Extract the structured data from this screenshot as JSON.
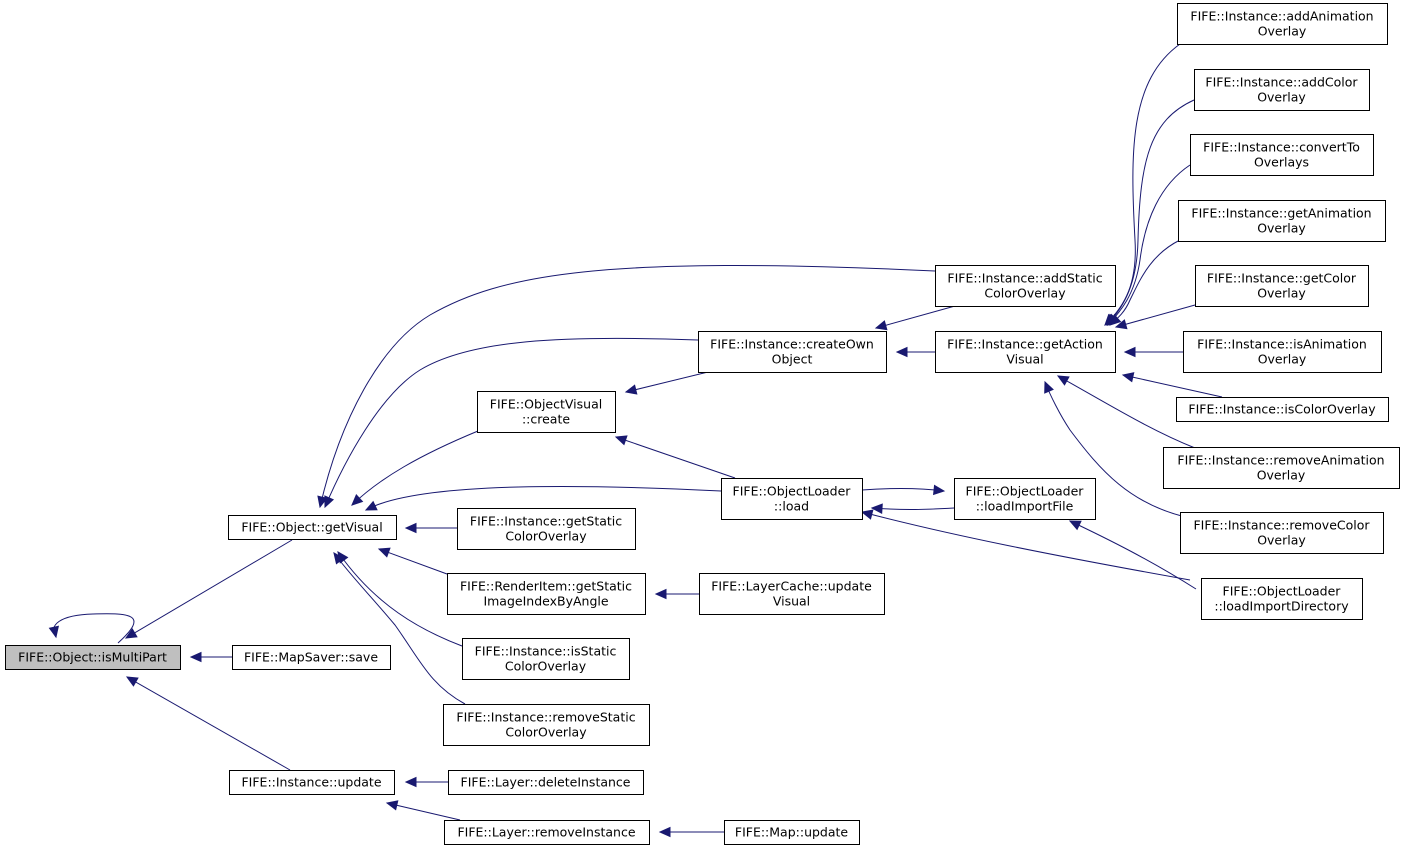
{
  "colors": {
    "edge": "#191970",
    "node_border": "#000000",
    "node_fill": "#ffffff",
    "root_fill": "#bfbfbf"
  },
  "nodes": [
    {
      "id": "isMultiPart",
      "lines": [
        "FIFE::Object::isMultiPart"
      ]
    },
    {
      "id": "getVisual",
      "lines": [
        "FIFE::Object::getVisual"
      ]
    },
    {
      "id": "mapSaverSave",
      "lines": [
        "FIFE::MapSaver::save"
      ]
    },
    {
      "id": "instanceUpdate",
      "lines": [
        "FIFE::Instance::update"
      ]
    },
    {
      "id": "addStaticColorOverlay",
      "lines": [
        "FIFE::Instance::addStatic",
        "ColorOverlay"
      ]
    },
    {
      "id": "createOwnObject",
      "lines": [
        "FIFE::Instance::createOwn",
        "Object"
      ]
    },
    {
      "id": "objVisualCreate",
      "lines": [
        "FIFE::ObjectVisual",
        "::create"
      ]
    },
    {
      "id": "objLoaderLoad",
      "lines": [
        "FIFE::ObjectLoader",
        "::load"
      ]
    },
    {
      "id": "getStaticColorOverlay",
      "lines": [
        "FIFE::Instance::getStatic",
        "ColorOverlay"
      ]
    },
    {
      "id": "getStaticImageIndex",
      "lines": [
        "FIFE::RenderItem::getStatic",
        "ImageIndexByAngle"
      ]
    },
    {
      "id": "isStaticColorOverlay",
      "lines": [
        "FIFE::Instance::isStatic",
        "ColorOverlay"
      ]
    },
    {
      "id": "removeStaticColorOverlay",
      "lines": [
        "FIFE::Instance::removeStatic",
        "ColorOverlay"
      ]
    },
    {
      "id": "layerDeleteInstance",
      "lines": [
        "FIFE::Layer::deleteInstance"
      ]
    },
    {
      "id": "layerRemoveInstance",
      "lines": [
        "FIFE::Layer::removeInstance"
      ]
    },
    {
      "id": "getActionVisual",
      "lines": [
        "FIFE::Instance::getAction",
        "Visual"
      ]
    },
    {
      "id": "loadImportFile",
      "lines": [
        "FIFE::ObjectLoader",
        "::loadImportFile"
      ]
    },
    {
      "id": "layerCacheUpdateVisual",
      "lines": [
        "FIFE::LayerCache::update",
        "Visual"
      ]
    },
    {
      "id": "mapUpdate",
      "lines": [
        "FIFE::Map::update"
      ]
    },
    {
      "id": "addAnimationOverlay",
      "lines": [
        "FIFE::Instance::addAnimation",
        "Overlay"
      ]
    },
    {
      "id": "addColorOverlay",
      "lines": [
        "FIFE::Instance::addColor",
        "Overlay"
      ]
    },
    {
      "id": "convertToOverlays",
      "lines": [
        "FIFE::Instance::convertTo",
        "Overlays"
      ]
    },
    {
      "id": "getAnimationOverlay",
      "lines": [
        "FIFE::Instance::getAnimation",
        "Overlay"
      ]
    },
    {
      "id": "getColorOverlay",
      "lines": [
        "FIFE::Instance::getColor",
        "Overlay"
      ]
    },
    {
      "id": "isAnimationOverlay",
      "lines": [
        "FIFE::Instance::isAnimation",
        "Overlay"
      ]
    },
    {
      "id": "isColorOverlay",
      "lines": [
        "FIFE::Instance::isColorOverlay"
      ]
    },
    {
      "id": "removeAnimationOverlay",
      "lines": [
        "FIFE::Instance::removeAnimation",
        "Overlay"
      ]
    },
    {
      "id": "removeColorOverlay",
      "lines": [
        "FIFE::Instance::removeColor",
        "Overlay"
      ]
    },
    {
      "id": "loadImportDirectory",
      "lines": [
        "FIFE::ObjectLoader",
        "::loadImportDirectory"
      ]
    }
  ],
  "edges": [
    {
      "from": "isMultiPart",
      "to": "isMultiPart"
    },
    {
      "from": "getVisual",
      "to": "isMultiPart"
    },
    {
      "from": "mapSaverSave",
      "to": "isMultiPart"
    },
    {
      "from": "instanceUpdate",
      "to": "isMultiPart"
    },
    {
      "from": "addStaticColorOverlay",
      "to": "getVisual"
    },
    {
      "from": "createOwnObject",
      "to": "getVisual"
    },
    {
      "from": "objVisualCreate",
      "to": "getVisual"
    },
    {
      "from": "objLoaderLoad",
      "to": "getVisual"
    },
    {
      "from": "getStaticColorOverlay",
      "to": "getVisual"
    },
    {
      "from": "getStaticImageIndex",
      "to": "getVisual"
    },
    {
      "from": "isStaticColorOverlay",
      "to": "getVisual"
    },
    {
      "from": "removeStaticColorOverlay",
      "to": "getVisual"
    },
    {
      "from": "layerDeleteInstance",
      "to": "instanceUpdate"
    },
    {
      "from": "layerRemoveInstance",
      "to": "instanceUpdate"
    },
    {
      "from": "createOwnObject",
      "to": "objVisualCreate"
    },
    {
      "from": "objLoaderLoad",
      "to": "objVisualCreate"
    },
    {
      "from": "loadImportFile",
      "to": "objLoaderLoad"
    },
    {
      "from": "loadImportDirectory",
      "to": "objLoaderLoad"
    },
    {
      "from": "layerCacheUpdateVisual",
      "to": "getStaticImageIndex"
    },
    {
      "from": "mapUpdate",
      "to": "layerRemoveInstance"
    },
    {
      "from": "addStaticColorOverlay",
      "to": "createOwnObject"
    },
    {
      "from": "getActionVisual",
      "to": "createOwnObject"
    },
    {
      "from": "objLoaderLoad",
      "to": "loadImportFile"
    },
    {
      "from": "loadImportDirectory",
      "to": "loadImportFile"
    },
    {
      "from": "addAnimationOverlay",
      "to": "getActionVisual"
    },
    {
      "from": "addColorOverlay",
      "to": "getActionVisual"
    },
    {
      "from": "convertToOverlays",
      "to": "getActionVisual"
    },
    {
      "from": "getAnimationOverlay",
      "to": "getActionVisual"
    },
    {
      "from": "getColorOverlay",
      "to": "getActionVisual"
    },
    {
      "from": "isAnimationOverlay",
      "to": "getActionVisual"
    },
    {
      "from": "isColorOverlay",
      "to": "getActionVisual"
    },
    {
      "from": "removeAnimationOverlay",
      "to": "getActionVisual"
    },
    {
      "from": "removeColorOverlay",
      "to": "getActionVisual"
    }
  ]
}
